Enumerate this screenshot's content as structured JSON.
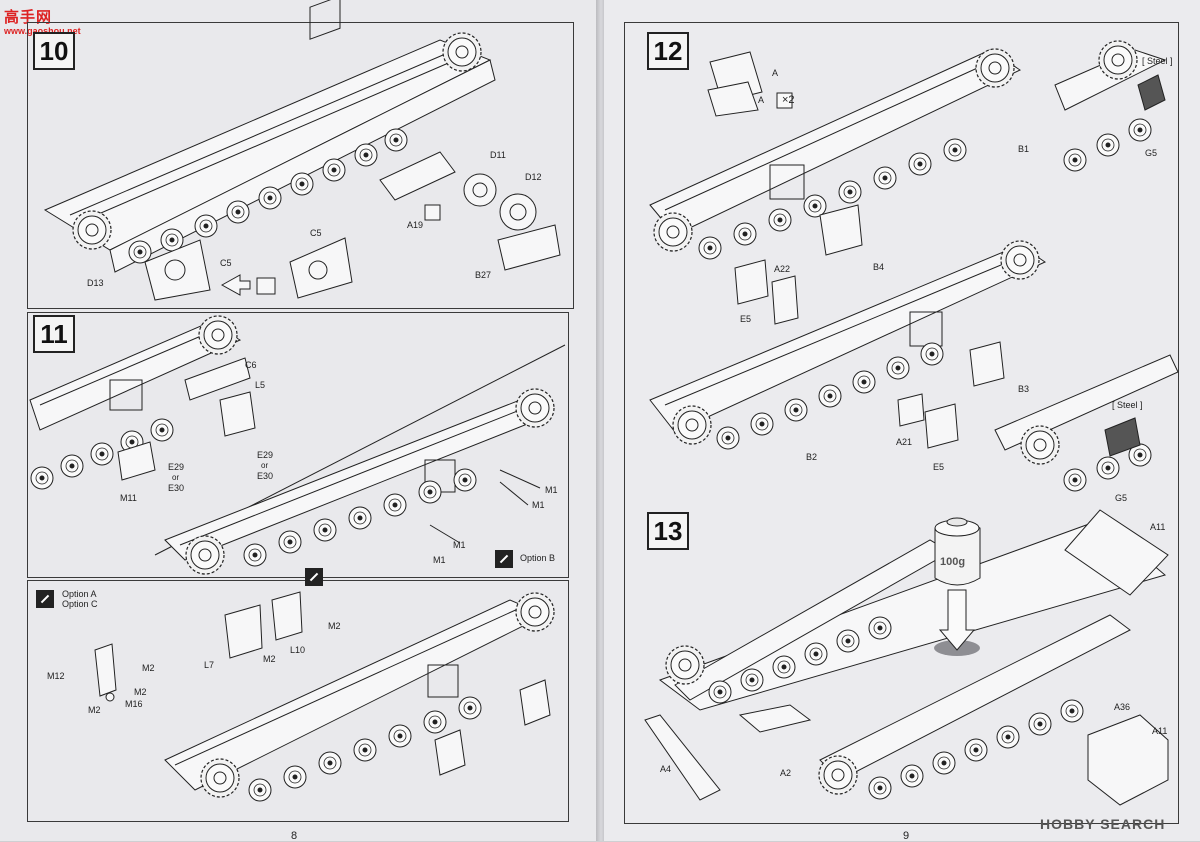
{
  "watermark": {
    "brand": "高手网",
    "url": "www.gaoshou.net",
    "footer": "HOBBY SEARCH"
  },
  "pages": {
    "left_number": "8",
    "right_number": "9"
  },
  "steps": [
    {
      "number": "10"
    },
    {
      "number": "11"
    },
    {
      "number": "12"
    },
    {
      "number": "13"
    }
  ],
  "step10_labels": {
    "d11": "D11",
    "d12": "D12",
    "a19": "A19",
    "b27": "B27",
    "c5a": "C5",
    "c5b": "C5",
    "d13": "D13"
  },
  "step11_labels": {
    "c6": "C6",
    "l5": "L5",
    "e29a": "E29",
    "or1": "or",
    "e30a": "E30",
    "m11": "M11",
    "e29b": "E29",
    "or2": "or",
    "e30b": "E30",
    "m1a": "M1",
    "m1b": "M1",
    "m1c": "M1",
    "m1d": "M1",
    "option_b": "Option B"
  },
  "options_ac": {
    "line1": "Option A",
    "line2": "Option C",
    "m2a": "M2",
    "m2b": "M2",
    "m2c": "M2",
    "m2d": "M2",
    "m12": "M12",
    "m2e": "M2",
    "m16": "M16",
    "l7": "L7",
    "l10": "L10"
  },
  "step12_labels": {
    "a1": "A",
    "a2": "A",
    "x2": "×2",
    "steel1": "[ Steel ]",
    "b1": "B1",
    "g5a": "G5",
    "b4": "B4",
    "a22": "A22",
    "e5a": "E5",
    "b3": "B3",
    "a21": "A21",
    "e5b": "E5",
    "b2": "B2",
    "steel2": "[ Steel ]",
    "g5b": "G5"
  },
  "step13_labels": {
    "weight": "100g",
    "a11a": "A11",
    "a4": "A4",
    "a2": "A2",
    "a36": "A36",
    "a11b": "A11"
  },
  "colors": {
    "paper": "#e9e9ec",
    "line": "#2a2a2a",
    "weight_shadow": "#8e8e93",
    "watermark_red": "#d22222"
  }
}
